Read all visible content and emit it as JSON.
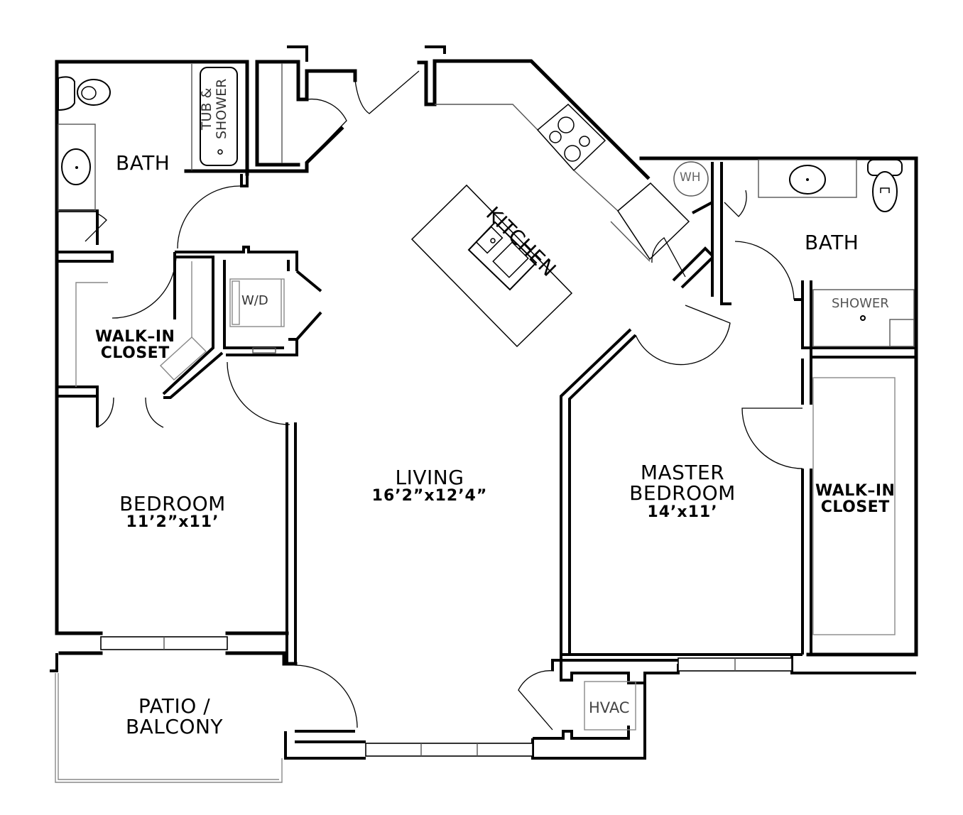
{
  "plan": {
    "type": "apartment floor plan",
    "colors": {
      "wall": "#000000",
      "fixture_line": "#555555",
      "background": "#ffffff"
    }
  },
  "rooms": {
    "bath_left": {
      "label": "BATH"
    },
    "bath_right": {
      "label": "BATH"
    },
    "kitchen": {
      "label": "KITCHEN"
    },
    "walkin_closet_left": {
      "line1": "WALK–IN",
      "line2": "CLOSET"
    },
    "walkin_closet_right": {
      "line1": "WALK–IN",
      "line2": "CLOSET"
    },
    "bedroom": {
      "label": "BEDROOM",
      "dimensions": "11’2”x11’"
    },
    "living": {
      "label": "LIVING",
      "dimensions": "16’2”x12’4”"
    },
    "master_bedroom": {
      "line1": "MASTER",
      "line2": "BEDROOM",
      "dimensions": "14’x11’"
    },
    "patio": {
      "line1": "PATIO /",
      "line2": "BALCONY"
    }
  },
  "fixtures": {
    "tub": {
      "line1": "TUB &",
      "line2": "SHOWER"
    },
    "washer_dryer": {
      "label": "W/D"
    },
    "water_heater": {
      "label": "WH"
    },
    "shower": {
      "label": "SHOWER"
    },
    "hvac": {
      "label": "HVAC"
    }
  }
}
